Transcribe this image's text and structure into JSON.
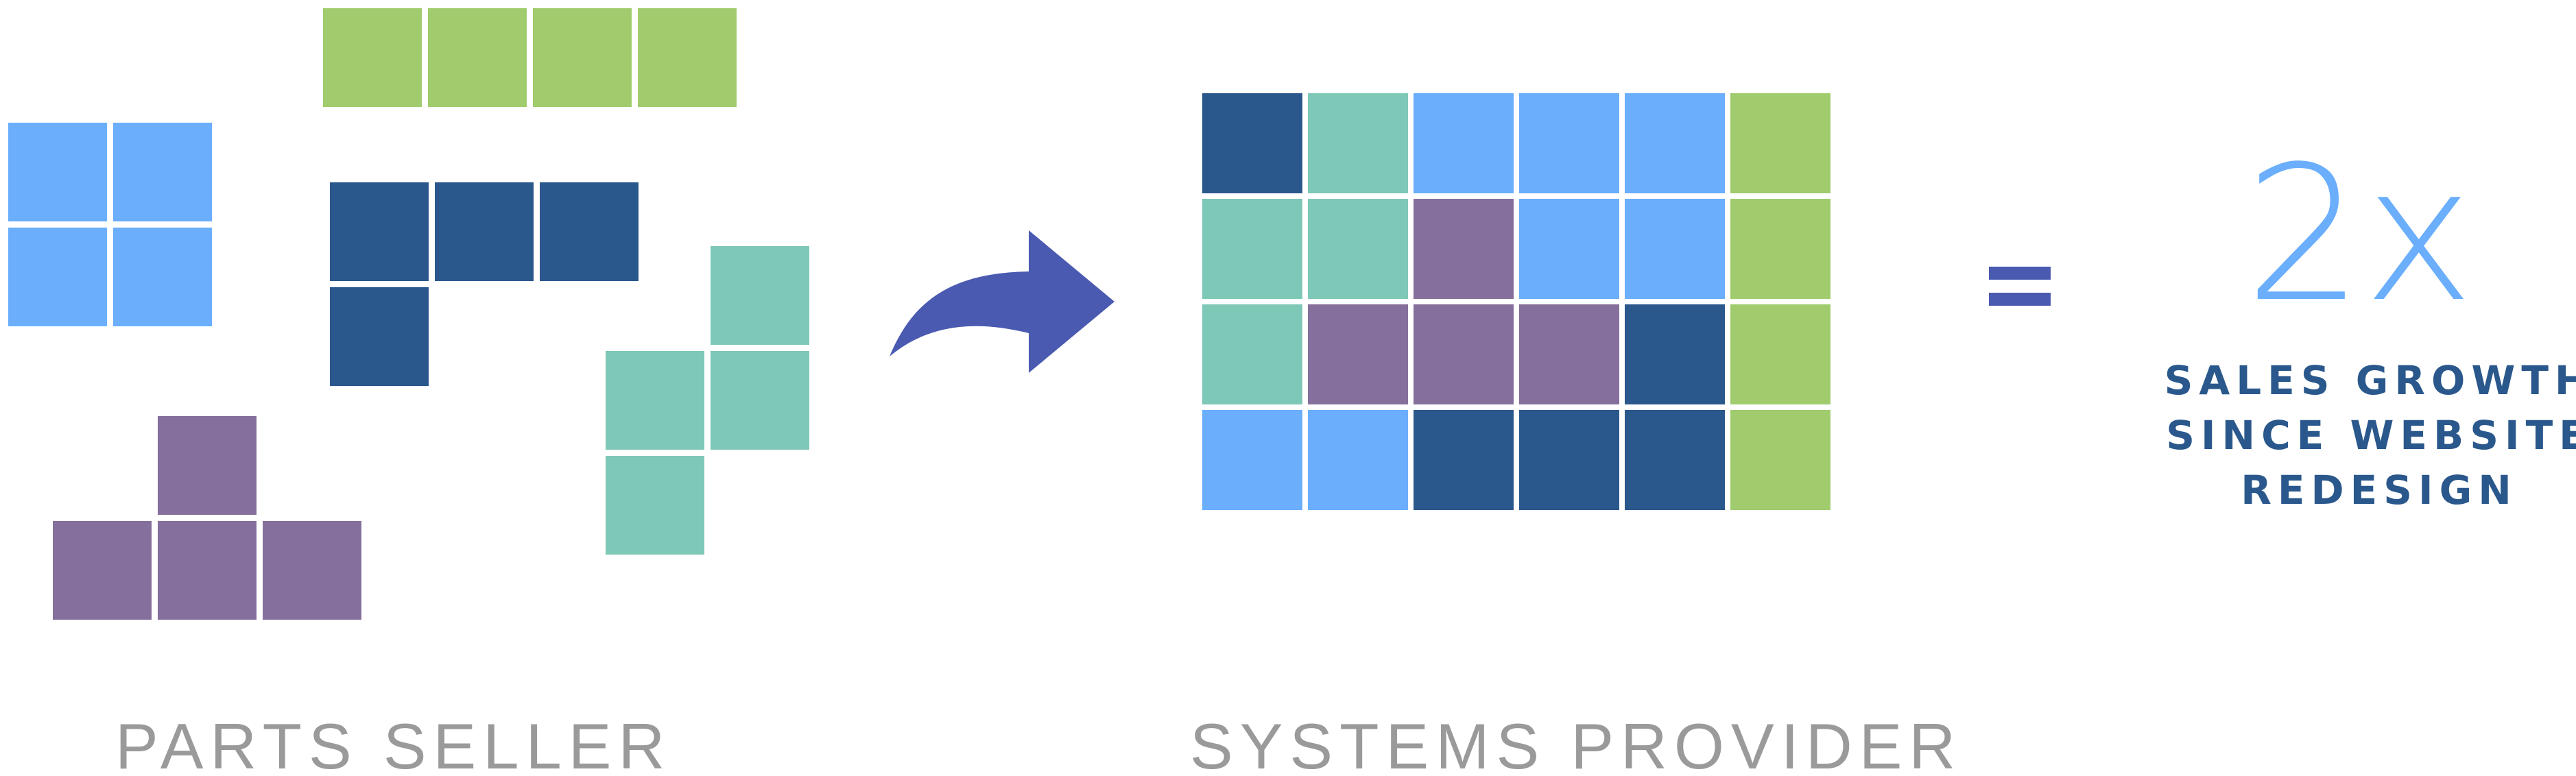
{
  "colors": {
    "light_blue": "#6aaefc",
    "dark_blue": "#2a588c",
    "green": "#a0cc6e",
    "teal": "#7ec8b7",
    "purple": "#856f9c",
    "arrow": "#4a5ab0",
    "equals": "#4a5ab0",
    "stat_number": "#6aaefc",
    "stat_text": "#2a588c",
    "caption": "#9a9a9a"
  },
  "left_group": {
    "caption": "PARTS SELLER",
    "pieces": [
      {
        "name": "piece-green-i",
        "color": "green",
        "cells": [
          [
            0,
            0
          ],
          [
            1,
            0
          ],
          [
            2,
            0
          ],
          [
            3,
            0
          ]
        ]
      },
      {
        "name": "piece-lightblue-o",
        "color": "light_blue",
        "cells": [
          [
            0,
            0
          ],
          [
            1,
            0
          ],
          [
            0,
            1
          ],
          [
            1,
            1
          ]
        ]
      },
      {
        "name": "piece-darkblue-l",
        "color": "dark_blue",
        "cells": [
          [
            0,
            0
          ],
          [
            1,
            0
          ],
          [
            2,
            0
          ],
          [
            0,
            1
          ]
        ]
      },
      {
        "name": "piece-teal-s",
        "color": "teal",
        "cells": [
          [
            1,
            0
          ],
          [
            0,
            1
          ],
          [
            1,
            1
          ],
          [
            0,
            2
          ]
        ]
      },
      {
        "name": "piece-purple-t",
        "color": "purple",
        "cells": [
          [
            1,
            0
          ],
          [
            0,
            1
          ],
          [
            1,
            1
          ],
          [
            2,
            1
          ]
        ]
      }
    ]
  },
  "arrow_icon": "curved-arrow-right",
  "right_group": {
    "caption": "SYSTEMS PROVIDER",
    "grid_colors": [
      [
        "dark_blue",
        "teal",
        "light_blue",
        "light_blue",
        "light_blue",
        "green"
      ],
      [
        "teal",
        "teal",
        "purple",
        "light_blue",
        "light_blue",
        "green"
      ],
      [
        "teal",
        "purple",
        "purple",
        "purple",
        "dark_blue",
        "green"
      ],
      [
        "light_blue",
        "light_blue",
        "dark_blue",
        "dark_blue",
        "dark_blue",
        "green"
      ]
    ]
  },
  "equals_icon": "equals-sign",
  "stat": {
    "number": "2x",
    "lines": [
      "SALES GROWTH",
      "SINCE WEBSITE",
      "REDESIGN"
    ]
  }
}
